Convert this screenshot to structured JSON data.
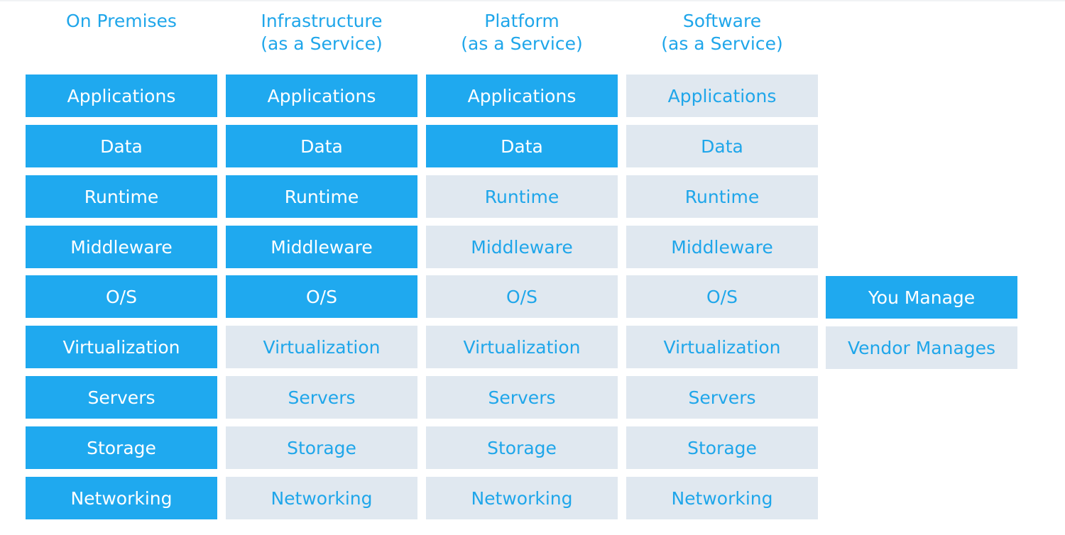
{
  "colors": {
    "you_manage_bg": "#1fa9ef",
    "you_manage_text": "#ffffff",
    "vendor_manages_bg": "#e0e8f0",
    "vendor_manages_text": "#1fa6ea",
    "header_text": "#1fa6ea"
  },
  "columns": [
    {
      "header": [
        "On Premises"
      ],
      "rows": [
        {
          "label": "Applications",
          "managed_by": "you"
        },
        {
          "label": "Data",
          "managed_by": "you"
        },
        {
          "label": "Runtime",
          "managed_by": "you"
        },
        {
          "label": "Middleware",
          "managed_by": "you"
        },
        {
          "label": "O/S",
          "managed_by": "you"
        },
        {
          "label": "Virtualization",
          "managed_by": "you"
        },
        {
          "label": "Servers",
          "managed_by": "you"
        },
        {
          "label": "Storage",
          "managed_by": "you"
        },
        {
          "label": "Networking",
          "managed_by": "you"
        }
      ]
    },
    {
      "header": [
        "Infrastructure",
        "(as a Service)"
      ],
      "rows": [
        {
          "label": "Applications",
          "managed_by": "you"
        },
        {
          "label": "Data",
          "managed_by": "you"
        },
        {
          "label": "Runtime",
          "managed_by": "you"
        },
        {
          "label": "Middleware",
          "managed_by": "you"
        },
        {
          "label": "O/S",
          "managed_by": "you"
        },
        {
          "label": "Virtualization",
          "managed_by": "vendor"
        },
        {
          "label": "Servers",
          "managed_by": "vendor"
        },
        {
          "label": "Storage",
          "managed_by": "vendor"
        },
        {
          "label": "Networking",
          "managed_by": "vendor"
        }
      ]
    },
    {
      "header": [
        "Platform",
        "(as a Service)"
      ],
      "rows": [
        {
          "label": "Applications",
          "managed_by": "you"
        },
        {
          "label": "Data",
          "managed_by": "you"
        },
        {
          "label": "Runtime",
          "managed_by": "vendor"
        },
        {
          "label": "Middleware",
          "managed_by": "vendor"
        },
        {
          "label": "O/S",
          "managed_by": "vendor"
        },
        {
          "label": "Virtualization",
          "managed_by": "vendor"
        },
        {
          "label": "Servers",
          "managed_by": "vendor"
        },
        {
          "label": "Storage",
          "managed_by": "vendor"
        },
        {
          "label": "Networking",
          "managed_by": "vendor"
        }
      ]
    },
    {
      "header": [
        "Software",
        "(as a Service)"
      ],
      "rows": [
        {
          "label": "Applications",
          "managed_by": "vendor"
        },
        {
          "label": "Data",
          "managed_by": "vendor"
        },
        {
          "label": "Runtime",
          "managed_by": "vendor"
        },
        {
          "label": "Middleware",
          "managed_by": "vendor"
        },
        {
          "label": "O/S",
          "managed_by": "vendor"
        },
        {
          "label": "Virtualization",
          "managed_by": "vendor"
        },
        {
          "label": "Servers",
          "managed_by": "vendor"
        },
        {
          "label": "Storage",
          "managed_by": "vendor"
        },
        {
          "label": "Networking",
          "managed_by": "vendor"
        }
      ]
    }
  ],
  "legend": {
    "you_manage": "You Manage",
    "vendor_manages": "Vendor Manages"
  }
}
